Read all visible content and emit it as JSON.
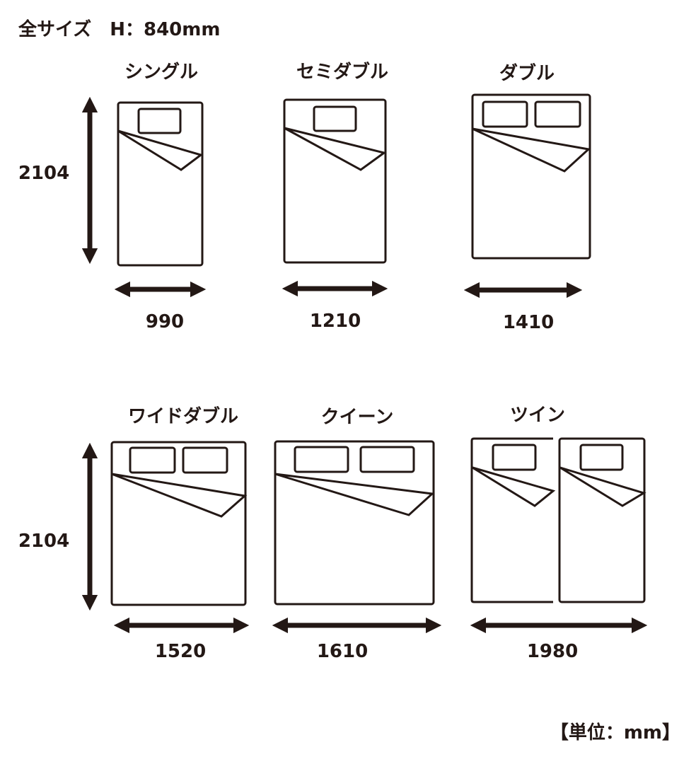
{
  "title": "全サイズ　H：840mm",
  "unit_note": "【単位：mm】",
  "length": "2104",
  "beds": [
    {
      "name": "シングル",
      "width": "990"
    },
    {
      "name": "セミダブル",
      "width": "1210"
    },
    {
      "name": "ダブル",
      "width": "1410"
    },
    {
      "name": "ワイドダブル",
      "width": "1520"
    },
    {
      "name": "クイーン",
      "width": "1610"
    },
    {
      "name": "ツイン",
      "width": "1980"
    }
  ],
  "colors": {
    "line": "#231815"
  }
}
